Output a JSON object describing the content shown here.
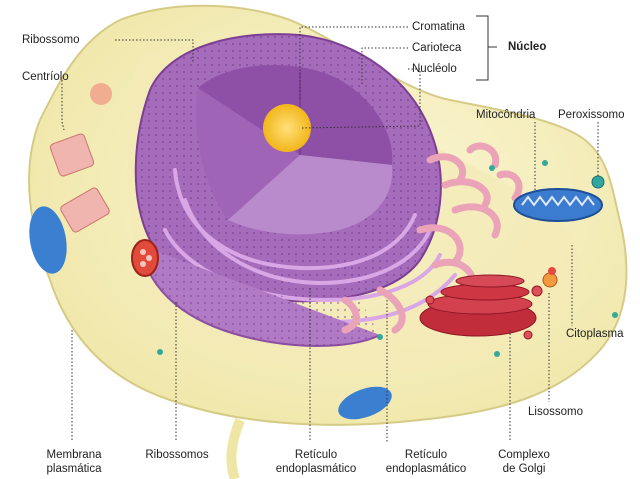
{
  "diagram": {
    "labels": {
      "ribossomo": "Ribossomo",
      "centriolo": "Centríolo",
      "cromatina": "Cromatina",
      "carioteca": "Carioteca",
      "nucleolo": "Nucléolo",
      "nucleo": "Núcleo",
      "mitocondria": "Mitocôndria",
      "peroxissomo": "Peroxissomo",
      "citoplasma": "Citoplasma",
      "lisossomo": "Lisossomo",
      "membrana_line1": "Membrana",
      "membrana_line2": "plasmática",
      "ribossomos": "Ribossomos",
      "reticulo_liso_line1": "Retículo",
      "reticulo_liso_line2": "endoplasmático",
      "reticulo_rugoso_line1": "Retículo",
      "reticulo_rugoso_line2": "endoplasmático",
      "golgi_line1": "Complexo",
      "golgi_line2": "de Golgi"
    },
    "colors": {
      "cell_fill": "#f7f1c4",
      "cell_stroke": "#d9cf8f",
      "nucleus": "#9a63b0",
      "nucleus_light": "#c99ad6",
      "nucleolus": "#f7c323",
      "reticulum": "#e6a1b8",
      "golgi": "#c4323e",
      "mitochondria": "#3f7fd1",
      "vacuole": "#3a7fd0",
      "peroxisome": "#2fa6a0"
    }
  }
}
